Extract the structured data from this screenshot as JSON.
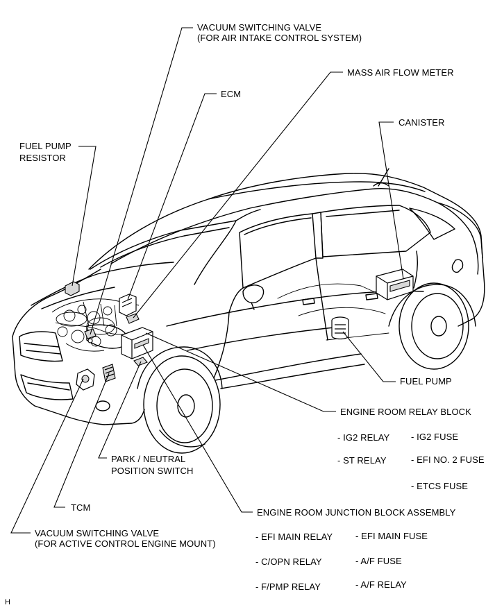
{
  "labels": {
    "vsv_air_line1": "VACUUM SWITCHING VALVE",
    "vsv_air_line2": "(FOR AIR INTAKE CONTROL SYSTEM)",
    "mass_air_flow": "MASS AIR FLOW METER",
    "ecm": "ECM",
    "canister": "CANISTER",
    "fuel_pump_resistor_line1": "FUEL PUMP",
    "fuel_pump_resistor_line2": "RESISTOR",
    "fuel_pump": "FUEL PUMP",
    "engine_room_relay_block": "ENGINE ROOM RELAY BLOCK",
    "park_neutral_line1": "PARK / NEUTRAL",
    "park_neutral_line2": "POSITION SWITCH",
    "tcm": "TCM",
    "engine_room_junction_block": "ENGINE ROOM JUNCTION BLOCK ASSEMBLY",
    "vsv_engine_line1": "VACUUM SWITCHING VALVE",
    "vsv_engine_line2": "(FOR ACTIVE CONTROL ENGINE MOUNT)",
    "figure_code": "H"
  },
  "relay_block_items": {
    "left": [
      "- IG2 RELAY",
      "- ST RELAY"
    ],
    "right": [
      "- IG2 FUSE",
      "- EFI NO. 2 FUSE",
      "- ETCS FUSE"
    ]
  },
  "junction_block_items": {
    "left": [
      "- EFI MAIN RELAY",
      "- C/OPN RELAY",
      "- F/PMP RELAY"
    ],
    "right": [
      "- EFI MAIN FUSE",
      "- A/F FUSE",
      "- A/F RELAY"
    ]
  }
}
